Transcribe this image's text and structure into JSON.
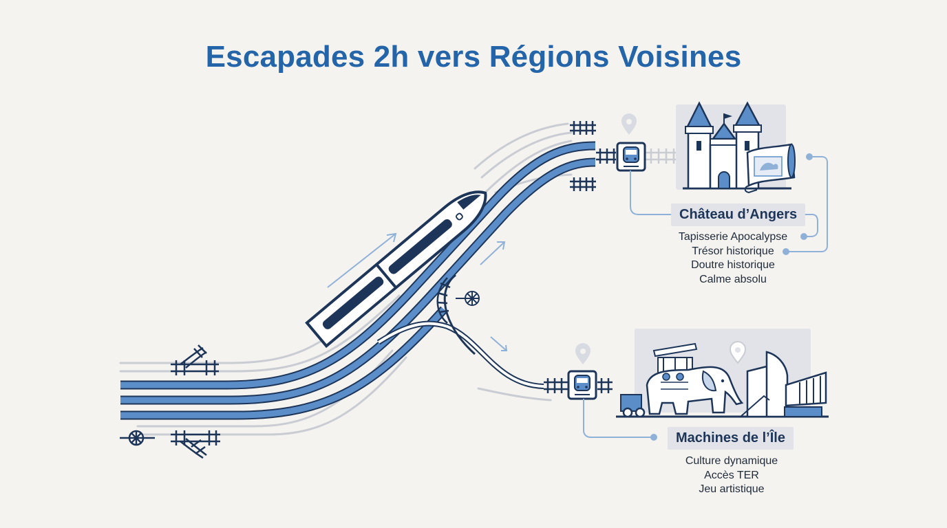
{
  "title": "Escapades 2h vers Régions Voisines",
  "colors": {
    "accent": "#2464a8",
    "track_blue": "#5b8ec9",
    "track_dark": "#1d3558",
    "light_gray": "#c9ccd3",
    "label_bg": "#e1e3e8",
    "connector": "#8fb1d8",
    "background": "#f4f3ef"
  },
  "destinations": [
    {
      "name": "Château d’Angers",
      "features": [
        "Tapisserie Apocalypse",
        "Trésor historique",
        "Doutre historique",
        "Calme absolu"
      ],
      "icons": [
        "train-station-icon",
        "location-pin-icon",
        "castle-icon",
        "tapestry-scroll-icon"
      ]
    },
    {
      "name": "Machines de l’Île",
      "features": [
        "Culture dynamique",
        "Accès TER",
        "Jeu artistique"
      ],
      "icons": [
        "train-station-icon",
        "location-pin-icon",
        "mechanical-elephant-icon",
        "modern-building-icon"
      ]
    }
  ],
  "decor_icons": [
    "high-speed-train-icon",
    "rail-switch-icon",
    "train-wheel-icon",
    "track-segment-icon"
  ]
}
